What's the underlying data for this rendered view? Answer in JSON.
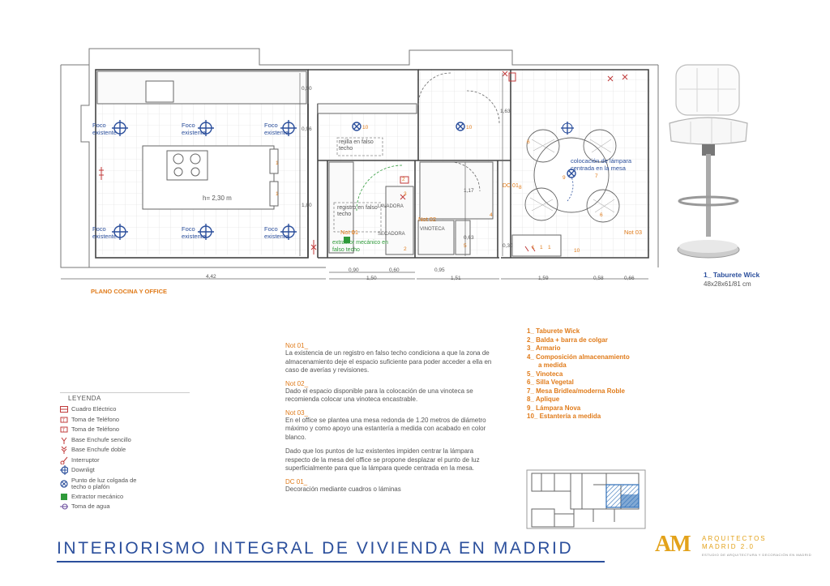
{
  "plan": {
    "caption": "PLANO COCINA Y OFFICE",
    "focos": [
      "Foco existente",
      "Foco existente",
      "Foco existente",
      "Foco existente",
      "Foco existente",
      "Foco existente"
    ],
    "height_label": "h= 2,30 m",
    "rejilla": "rejilla en falso techo",
    "registro": "registro en falso techo",
    "extractor": "extractor mecánico en falso techo",
    "lavadora": "LAVADORA",
    "secadora": "SECADORA",
    "vinoteca": "VINOTECA",
    "not01": "Not 01",
    "not02": "Not 02",
    "not03": "Not 03",
    "dc01": "DC 01",
    "lamp_note": "colocación de lámpara centrada en la mesa",
    "dims_bottom": [
      "4,42",
      "0,90",
      "1,50",
      "0,60",
      "0,95",
      "1,51",
      "1,59",
      "0,58",
      "0,66"
    ],
    "dims_vertical": [
      "0,60",
      "0,96",
      "1,80",
      "1,63",
      "1,17",
      "0,63",
      "0,30"
    ],
    "tags": [
      "10",
      "10",
      "10",
      "7",
      "9",
      "6",
      "8",
      "6",
      "5",
      "4",
      "3",
      "2",
      "1",
      "1",
      "1",
      "2",
      "10",
      "1",
      "1",
      "1"
    ]
  },
  "stool": {
    "caption": "1_ Taburete Wick",
    "size": "48x28x61/81 cm"
  },
  "legend": {
    "title": "LEYENDA",
    "items": [
      {
        "label": "Cuadro Eléctrico",
        "icon": "electrical-panel-icon"
      },
      {
        "label": "Toma de Teléfono",
        "icon": "phone-socket-icon"
      },
      {
        "label": "Toma de Teléfono",
        "icon": "phone-socket-icon"
      },
      {
        "label": "Base Enchufe sencillo",
        "icon": "single-socket-icon"
      },
      {
        "label": "Base Enchufe doble",
        "icon": "double-socket-icon"
      },
      {
        "label": "Interruptor",
        "icon": "switch-icon"
      },
      {
        "label": "Downligt",
        "icon": "downlight-icon"
      },
      {
        "label": "Punto de luz colgada de techo o plafón",
        "icon": "pendant-light-icon"
      },
      {
        "label": "Extractor mecánico",
        "icon": "extractor-icon"
      },
      {
        "label": "Toma de agua",
        "icon": "water-outlet-icon"
      }
    ]
  },
  "notes": [
    {
      "heading": "Not 01_",
      "text": "La existencia de un registro en falso techo condiciona a que la zona de almacenamiento deje el espacio suficiente para poder acceder a ella en caso de averías y revisiones."
    },
    {
      "heading": "Not 02_",
      "text": "Dado el espacio disponible para la colocación de una vinoteca se recomienda colocar una vinoteca encastrable."
    },
    {
      "heading": "Not 03_",
      "text": "En el office se plantea una mesa redonda de 1.20 metros de diámetro máximo y como apoyo una estantería a medida con acabado en color blanco."
    },
    {
      "heading": "",
      "text": "Dado que los puntos de luz existentes impiden centrar la lámpara respecto de la mesa del office se propone desplazar el punto de luz superficialmente para que la lámpara quede centrada en la mesa."
    },
    {
      "heading": "DC 01_",
      "text": "Decoración mediante cuadros o láminas"
    }
  ],
  "furniture": [
    "1_ Taburete Wick",
    "2_ Balda + barra de colgar",
    "3_ Armario",
    "4_ Composición almacenamiento",
    "a medida",
    "5_ Vinoteca",
    "6_ Silla Vegetal",
    "7_ Mesa Bridlea/moderna Roble",
    "8_ Aplique",
    "9_ Lámpara Nova",
    "10_ Estantería a medida"
  ],
  "title": "INTERIORISMO INTEGRAL DE VIVIENDA EN MADRID",
  "logo": {
    "mark": "AM",
    "line1": "ARQUITECTOS",
    "line2": "MADRID 2.0",
    "tagline": "ESTUDIO DE ARQUITECTURA Y DECORACIÓN EN MADRID"
  },
  "colors": {
    "accent_blue": "#2b4f9c",
    "accent_orange": "#e07b1a",
    "green": "#2f9a3a",
    "red": "#c03a3a",
    "highlight": "#2f6fb8"
  }
}
